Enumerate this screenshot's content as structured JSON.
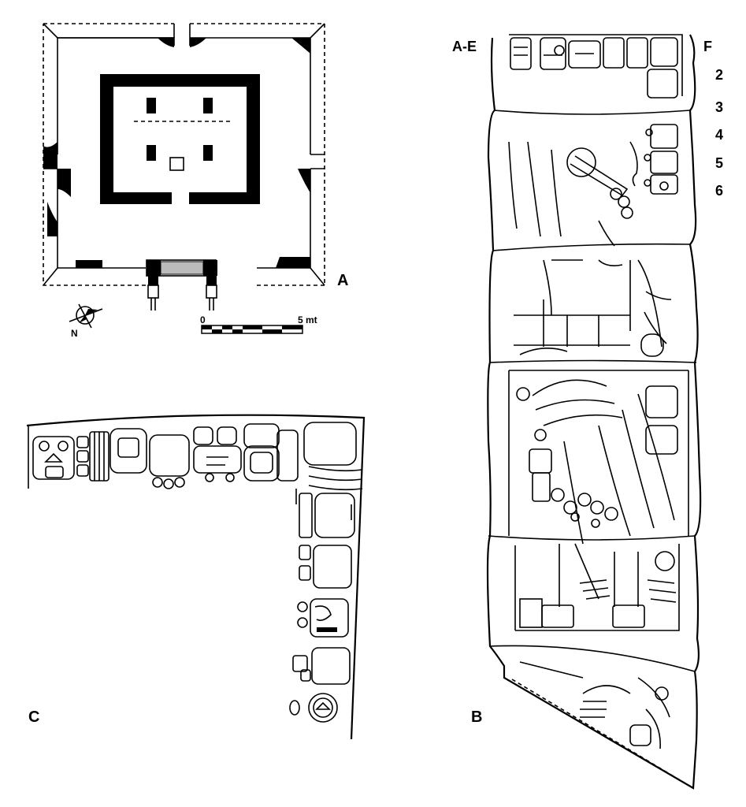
{
  "plan": {
    "label": "A",
    "scale": {
      "start": "0",
      "end": "5 mt"
    },
    "north": "N"
  },
  "stela": {
    "label": "B",
    "col_left": "A-E",
    "col_right": "F",
    "rows": [
      "2",
      "3",
      "4",
      "5",
      "6"
    ]
  },
  "glyphs": {
    "label": "C"
  }
}
